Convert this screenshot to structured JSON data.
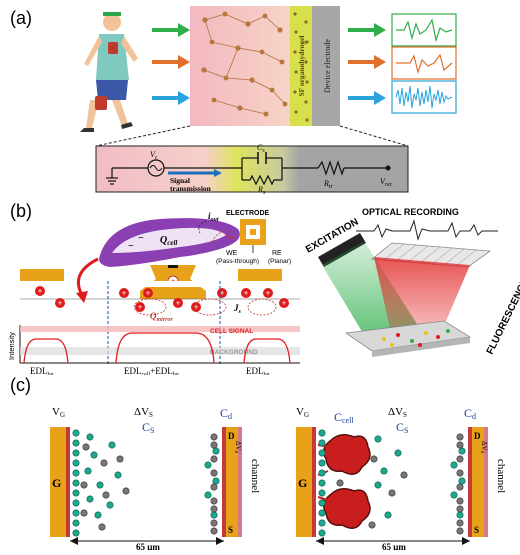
{
  "panel_a": {
    "label": "(a)",
    "layer1": "SF organohydrogel",
    "layer2": "Device electrode",
    "circuit": {
      "v_source": "V",
      "v_source_sub": "c",
      "signal_line1": "Signal",
      "signal_line2": "transmission",
      "c_label": "C",
      "c_sub": "s",
      "r_label": "R",
      "r_sub": "s",
      "r_tr": "R",
      "r_tr_sub": "tr",
      "v_rec": "V",
      "v_rec_sub": "rec"
    }
  },
  "panel_b": {
    "label": "(b)",
    "i_out": "i",
    "i_out_sub": "out",
    "i_in": "i",
    "i_in_sub": "in",
    "q_cell": "Q",
    "q_cell_sub": "cell",
    "q_mirror": "Q",
    "q_mirror_sub": "mirror",
    "j_s": "J",
    "j_s_sub": "s",
    "electrode_title": "ELECTRODE",
    "we_label": "WE",
    "we_sub": "(Pass-through)",
    "re_label": "RE",
    "re_sub": "(Planar)",
    "intensity": "Intensity",
    "cell_signal": "CELL SIGNAL",
    "background": "BACKGROUND",
    "edl_left": "EDL",
    "edl_left_sub": "bg",
    "edl_mid_a": "EDL",
    "edl_mid_a_sub": "cell",
    "edl_mid_plus": "+EDL",
    "edl_mid_b_sub": "bg",
    "edl_right": "EDL",
    "edl_right_sub": "bg",
    "optical_recording": "OPTICAL RECORDING",
    "excitation": "EXCITATION",
    "fluorescence": "FLUORESCENCE"
  },
  "panel_c": {
    "label": "(c)",
    "left": {
      "vg": "V",
      "vg_sub": "G",
      "dvs": "ΔV",
      "dvs_sub": "S",
      "cs": "C",
      "cs_sub": "S",
      "cd": "C",
      "cd_sub": "d",
      "g": "G",
      "d": "D",
      "s": "S",
      "vd": "ΔV",
      "vd_sub": "d",
      "channel": "channel",
      "dist": "65 μm"
    },
    "right": {
      "vg": "V",
      "vg_sub": "G",
      "ccell": "C",
      "ccell_sub": "cell",
      "dvs": "ΔV",
      "dvs_sub": "S",
      "cs": "C",
      "cs_sub": "S",
      "cd": "C",
      "cd_sub": "d",
      "g": "G",
      "d": "D",
      "s": "S",
      "vd": "ΔV",
      "vd_sub": "d",
      "channel": "channel",
      "dist": "65 μm"
    }
  },
  "colors": {
    "green": "#2fae4a",
    "orange": "#e0702a",
    "blue": "#2aa3dd",
    "red": "#e01b1b",
    "gold": "#e8a21a",
    "purple": "#8a3fb3",
    "teal": "#1ea88f"
  }
}
